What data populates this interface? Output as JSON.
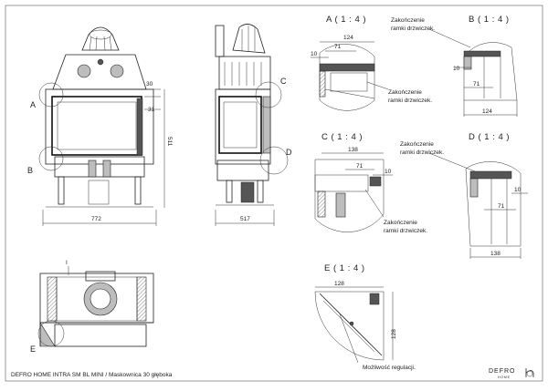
{
  "title_block": {
    "caption": "DEFRO HOME INTRA SM BL MINI / Maskownica 30 głęboka",
    "brand": "DEFRO",
    "brand_sub": "HOME"
  },
  "front_view": {
    "width_dim": "772",
    "height_dim": "511",
    "dim_30": "30",
    "dim_31": "31",
    "label_a": "A",
    "label_b": "B"
  },
  "side_view": {
    "width_dim": "517",
    "label_c": "C",
    "label_d": "D"
  },
  "top_view": {
    "label_e": "E",
    "section_mark": "I"
  },
  "details": {
    "a": {
      "title": "A ( 1 : 4 )",
      "dim_124": "124",
      "dim_71": "71",
      "dim_10": "10",
      "note_line1": "Zakończenie",
      "note_line2": "ramki drzwiczek."
    },
    "b": {
      "title": "B ( 1 : 4 )",
      "dim_10": "10",
      "dim_71": "71",
      "dim_124": "124",
      "note_line1": "Zakończenie",
      "note_line2": "ramki drzwiczek."
    },
    "c": {
      "title": "C ( 1 : 4 )",
      "dim_138": "138",
      "dim_71": "71",
      "dim_10": "10",
      "note_line1": "Zakończenie",
      "note_line2": "ramki drzwiczek."
    },
    "d": {
      "title": "D ( 1 : 4 )",
      "dim_10": "10",
      "dim_71": "71",
      "dim_138": "138",
      "note_line1": "Zakończenie",
      "note_line2": "ramki drzwiczek."
    },
    "e": {
      "title": "E ( 1 : 4 )",
      "dim_128_top": "128",
      "dim_128_side": "128",
      "note": "Możliwość regulacji."
    }
  }
}
